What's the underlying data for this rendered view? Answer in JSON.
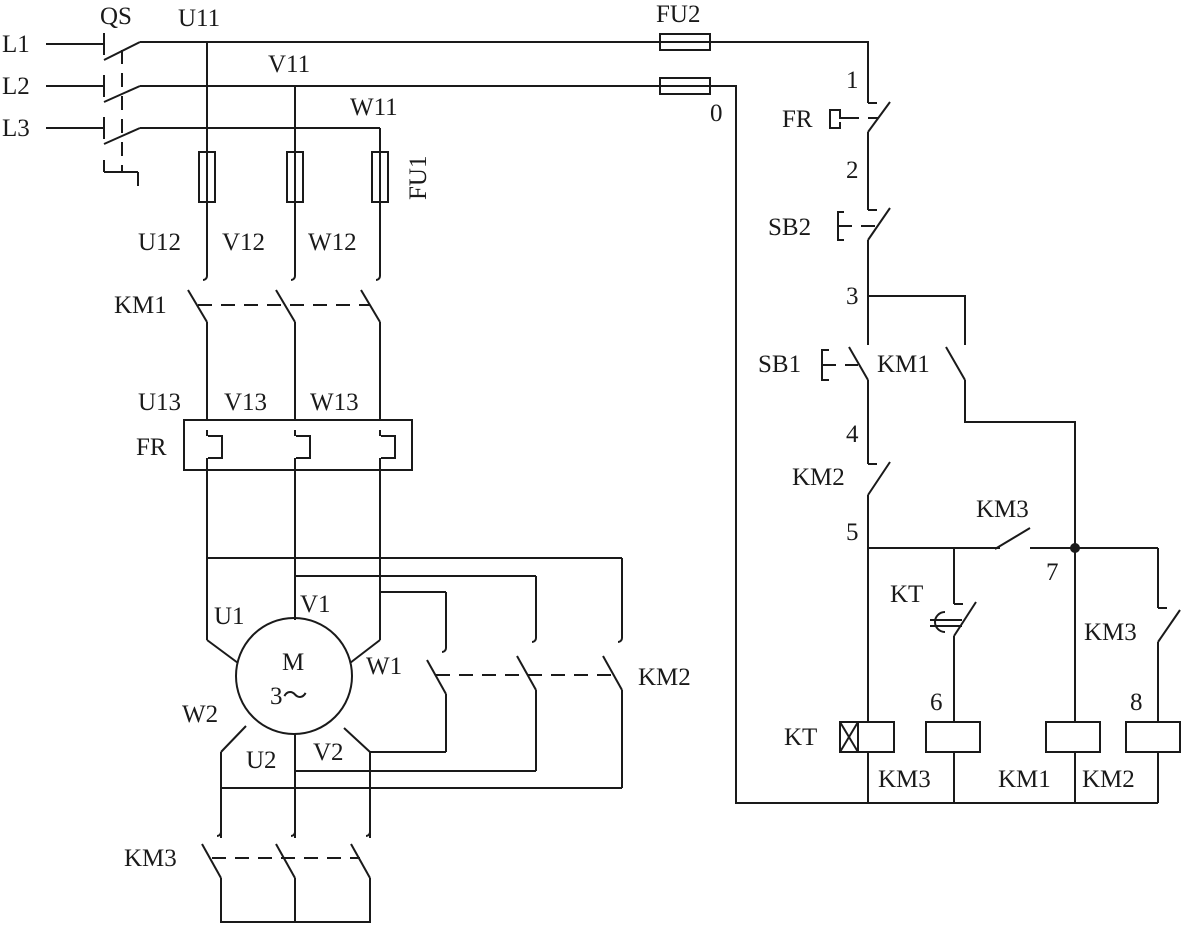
{
  "labels": {
    "l1": "L1",
    "l2": "L2",
    "l3": "L3",
    "qs": "QS",
    "u11": "U11",
    "v11": "V11",
    "w11": "W11",
    "fu1": "FU1",
    "fu2": "FU2",
    "node0": "0",
    "u12": "U12",
    "v12": "V12",
    "w12": "W12",
    "km1_main": "KM1",
    "u13": "U13",
    "v13": "V13",
    "w13": "W13",
    "fr_main": "FR",
    "u1": "U1",
    "v1": "V1",
    "w1": "W1",
    "motor_m": "M",
    "motor_phase": "3～",
    "w2": "W2",
    "u2": "U2",
    "v2": "V2",
    "km2_main": "KM2",
    "km3_main": "KM3",
    "n1": "1",
    "fr_ctrl": "FR",
    "n2": "2",
    "sb2": "SB2",
    "n3": "3",
    "sb1": "SB1",
    "km1_hold": "KM1",
    "n4": "4",
    "km2_nc": "KM2",
    "n5": "5",
    "km3_no": "KM3",
    "n7": "7",
    "kt_contact": "KT",
    "km3_nc": "KM3",
    "n6": "6",
    "n8": "8",
    "kt_coil": "KT",
    "km3_coil": "KM3",
    "km1_coil": "KM1",
    "km2_coil": "KM2"
  },
  "colors": {
    "line": "#1a1a1a",
    "background": "#ffffff"
  }
}
